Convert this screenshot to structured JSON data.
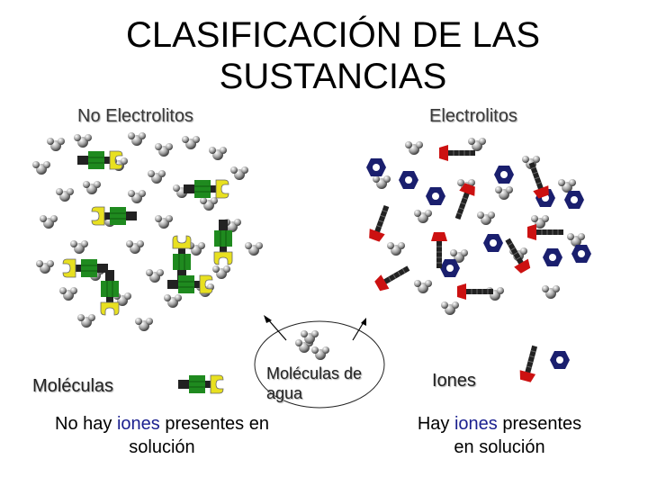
{
  "title_line1": "CLASIFICACIÓN DE LAS",
  "title_line2": "SUSTANCIAS",
  "left_heading": "No Electrolitos",
  "right_heading": "Electrolitos",
  "legend": {
    "molecules_label": "Moléculas",
    "water_label_line1": "Moléculas de",
    "water_label_line2": "agua",
    "ions_label": "Iones"
  },
  "left_caption": {
    "pre": "No hay ",
    "highlight": "iones",
    "post_line1": " presentes en",
    "line2": "solución"
  },
  "right_caption": {
    "pre": "Hay ",
    "highlight": "iones",
    "post_line1": " presentes",
    "line2": "en solución"
  },
  "colors": {
    "molecule_green": "#1f8a1f",
    "molecule_yellow": "#e8e020",
    "ion_red": "#cc1111",
    "ion_navy": "#1a1f6e",
    "water_grey": "#9a9a9a",
    "highlight_text": "#1a1f8f"
  }
}
